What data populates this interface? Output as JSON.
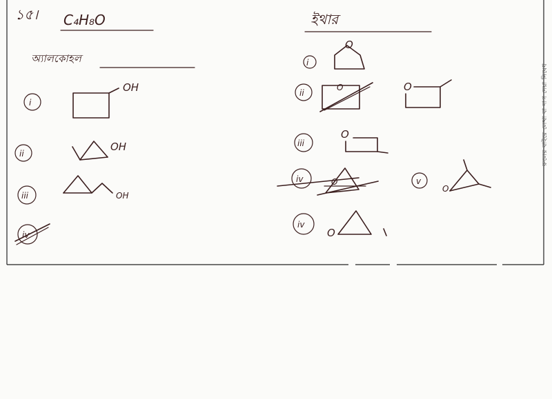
{
  "question_number": "১৫।",
  "formula": "C₄H₈O",
  "left_heading": "অ্যালকোহল",
  "right_heading": "ইথার",
  "left_items": [
    {
      "numeral": "i",
      "group": "OH"
    },
    {
      "numeral": "ii",
      "group": "OH"
    },
    {
      "numeral": "iii",
      "group": "OH"
    },
    {
      "numeral": "iv",
      "group": ""
    }
  ],
  "right_items": [
    {
      "numeral": "i",
      "atom": "O"
    },
    {
      "numeral": "ii",
      "atom": "O"
    },
    {
      "numeral": "iii",
      "atom": "O"
    },
    {
      "numeral": "iv",
      "atom": "O"
    },
    {
      "numeral": "v",
      "atom": "O"
    },
    {
      "numeral": "iv",
      "atom": "O"
    }
  ],
  "margin_note": "রুলের বাইরে লেখা বা দাগ দেয়া নিষেধ",
  "colors": {
    "ink": "#3a1d1d",
    "paper": "#fbfbf9",
    "border": "#222222"
  }
}
